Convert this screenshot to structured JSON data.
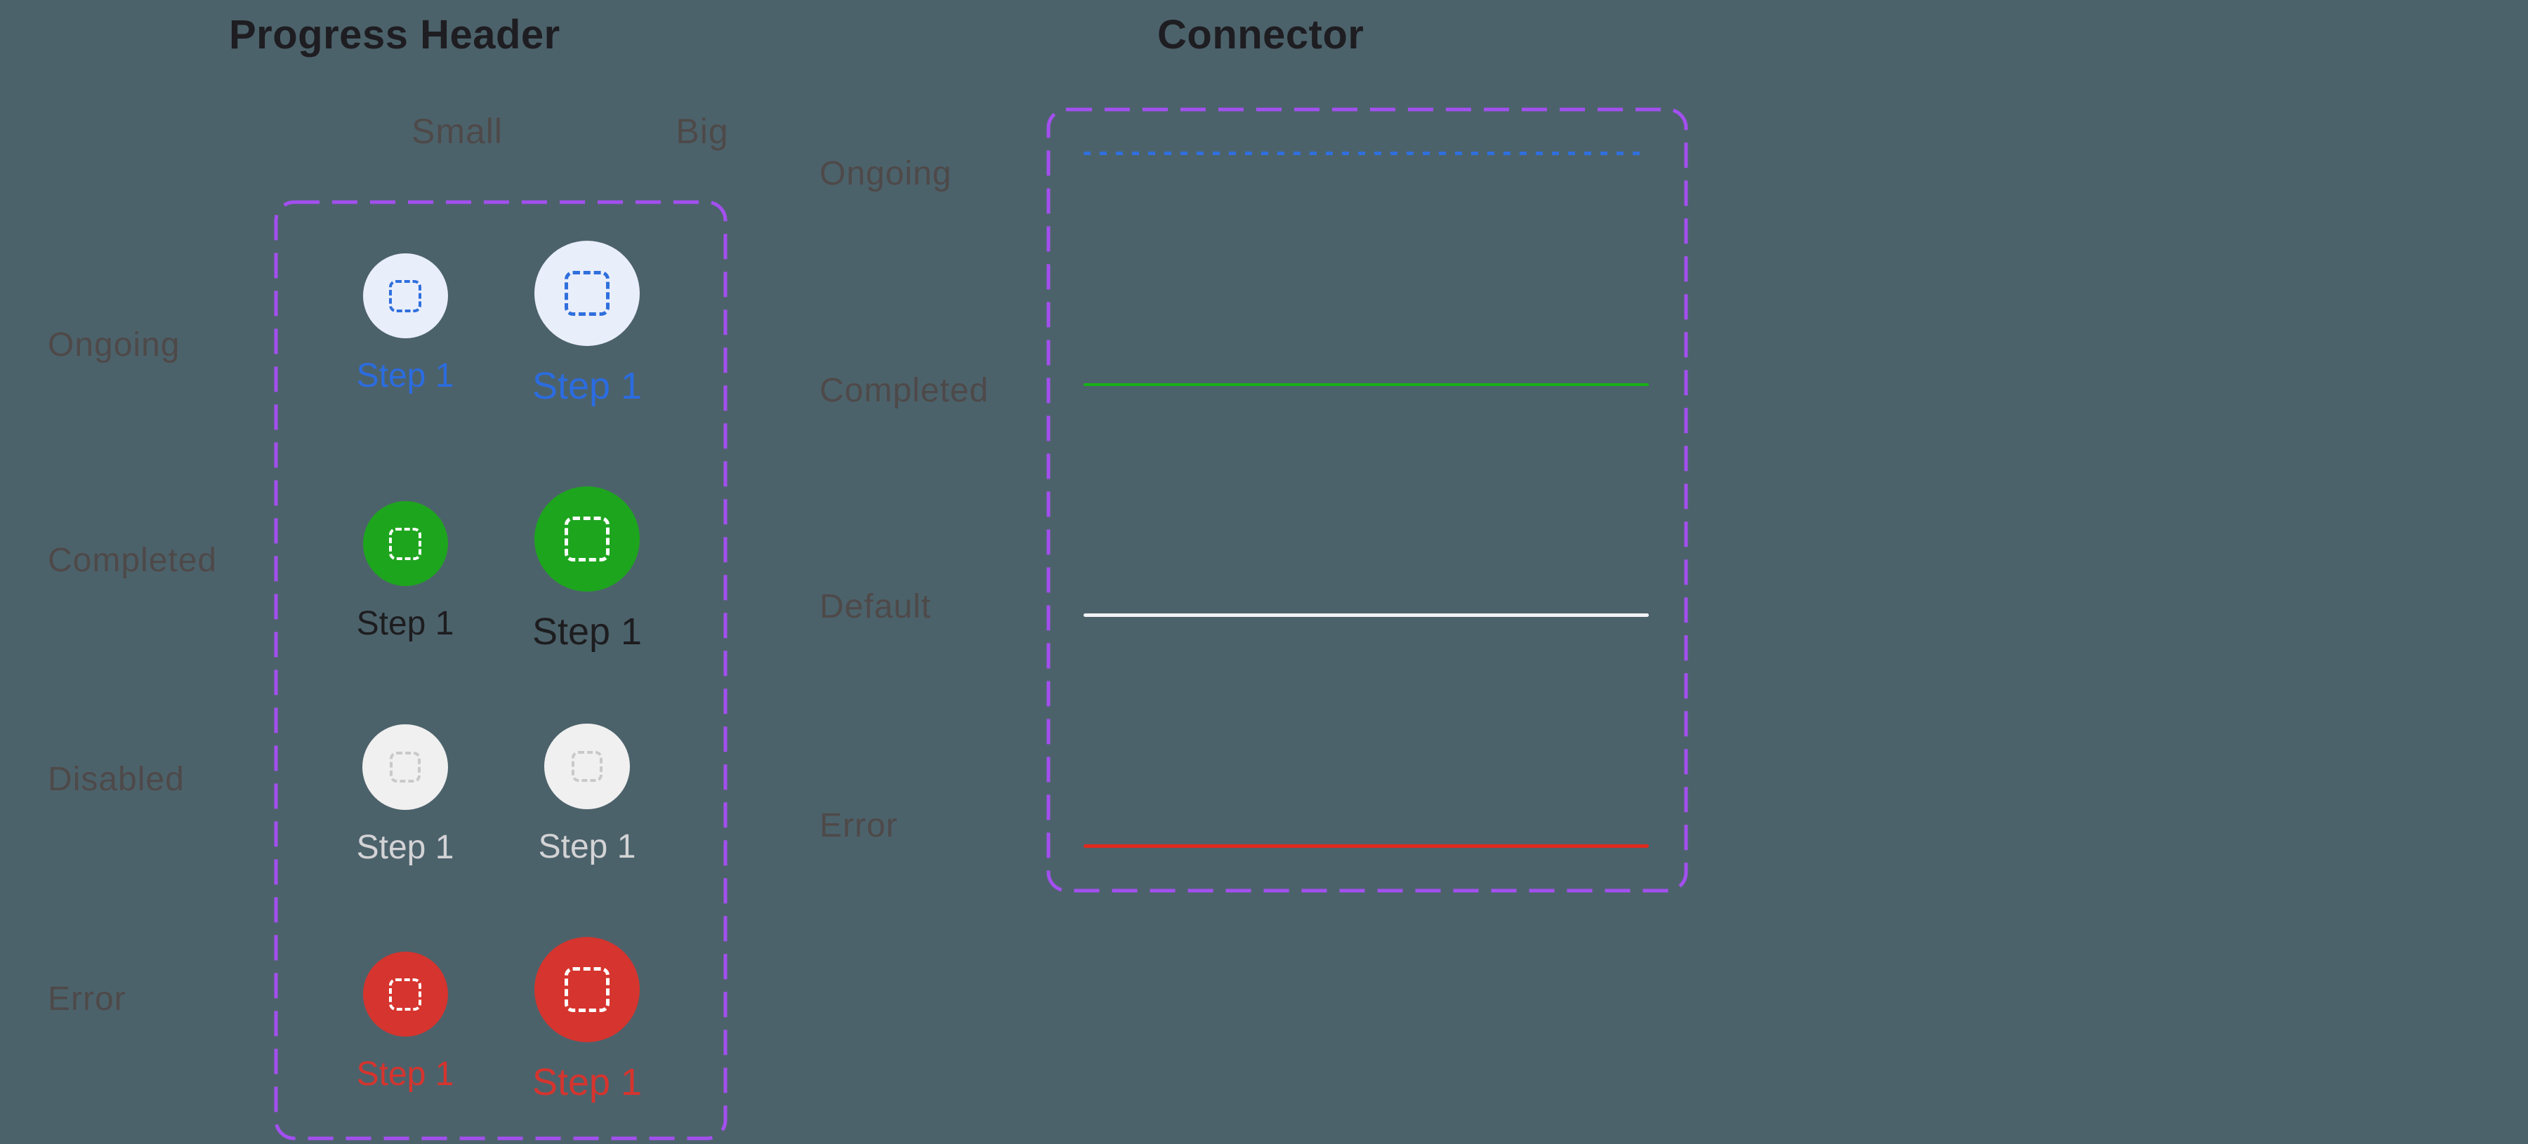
{
  "app": {
    "background": "#4c626b",
    "accent": "#a34ff0",
    "title_color": "#1e1d21",
    "muted_label_color": "#4e4949"
  },
  "progress_header": {
    "title": "Progress Header",
    "size_columns": [
      {
        "label": "Small"
      },
      {
        "label": "Big"
      }
    ],
    "states": [
      {
        "name": "Ongoing",
        "circle_bg": "#e9eefb",
        "icon_color": "#2f6fdd",
        "label_color": "#2b6ce0",
        "small": {
          "label": "Step 1"
        },
        "big": {
          "label": "Step 1"
        }
      },
      {
        "name": "Completed",
        "circle_bg": "#1ea51e",
        "icon_color": "#ffffff",
        "label_color": "#1d1d1f",
        "small": {
          "label": "Step 1"
        },
        "big": {
          "label": "Step 1"
        }
      },
      {
        "name": "Disabled",
        "circle_bg": "#f0f0f0",
        "icon_color": "#c9c9c9",
        "label_color": "#d3d3d5",
        "small": {
          "label": "Step 1"
        },
        "big": {
          "label": "Step 1"
        }
      },
      {
        "name": "Error",
        "circle_bg": "#d6342e",
        "icon_color": "#ffffff",
        "label_color": "#d6342e",
        "small": {
          "label": "Step 1"
        },
        "big": {
          "label": "Step 1"
        }
      }
    ]
  },
  "connector": {
    "title": "Connector",
    "states": [
      {
        "name": "Ongoing",
        "line_color": "#2f6fdd",
        "line_style": "dashed"
      },
      {
        "name": "Completed",
        "line_color": "#17b217",
        "line_style": "solid"
      },
      {
        "name": "Default",
        "line_color": "#f2f2f4",
        "line_style": "solid"
      },
      {
        "name": "Error",
        "line_color": "#e0291d",
        "line_style": "solid"
      }
    ]
  }
}
